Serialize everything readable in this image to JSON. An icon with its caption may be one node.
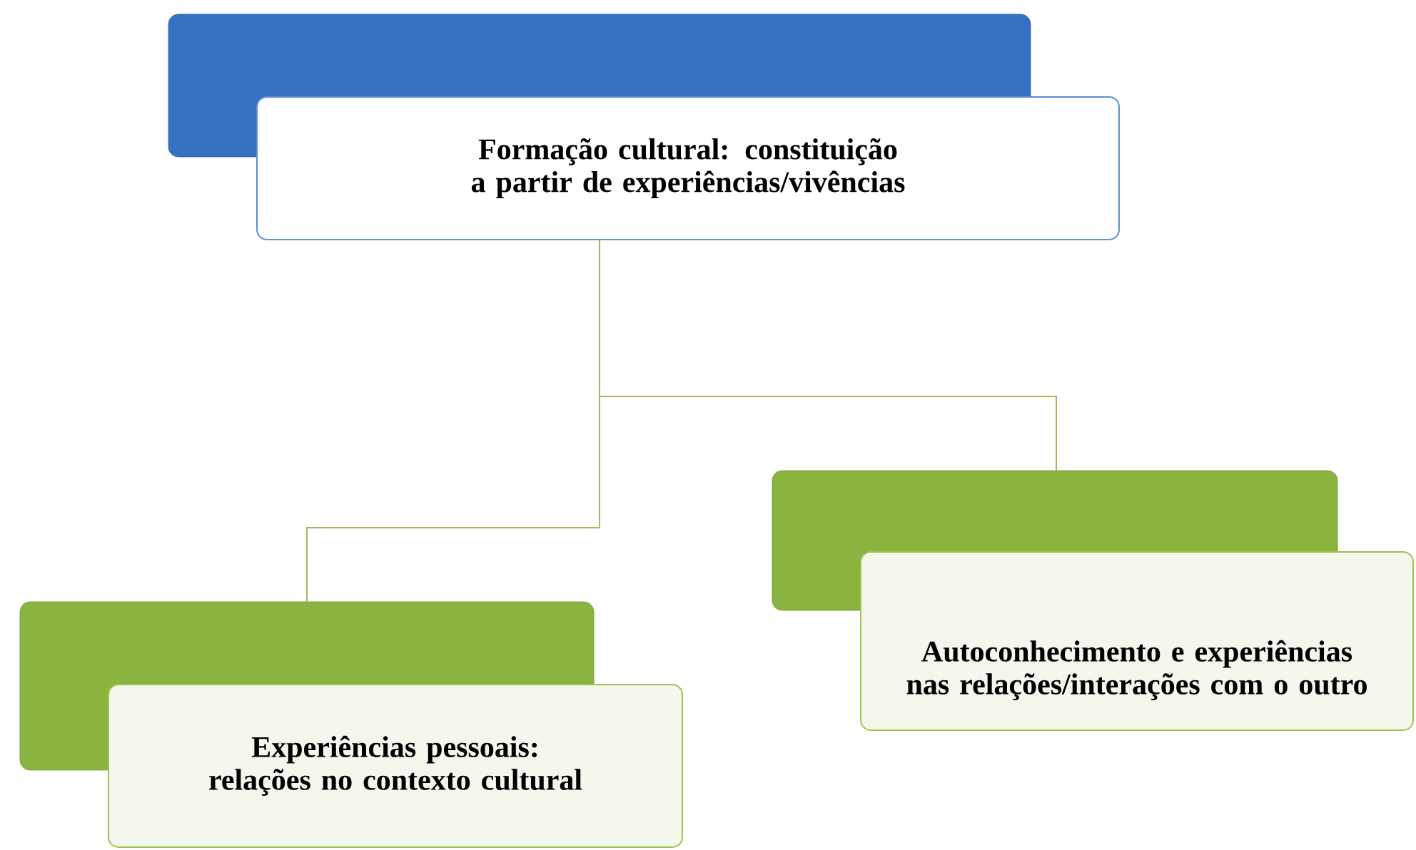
{
  "diagram": {
    "nodes": [
      {
        "text": [],
        "shape": "box"
      },
      {
        "text": [
          "Formação cultural: constituição a partir de experiências/vivências"
        ]
      },
      {
        "text": [],
        "shape": "box"
      },
      {
        "text": [
          "Experiências pessoais: relações no contexto cultural"
        ]
      },
      {
        "text": [],
        "shape": "box"
      },
      {
        "text": [
          "Autoconhecimento e experiências nas relações/interações com o outro"
        ]
      }
    ],
    "edges": [
      {
        "from": 1,
        "to": 2,
        "arrow": "none"
      },
      {
        "from": 1,
        "to": 4,
        "arrow": "none"
      }
    ]
  }
}
